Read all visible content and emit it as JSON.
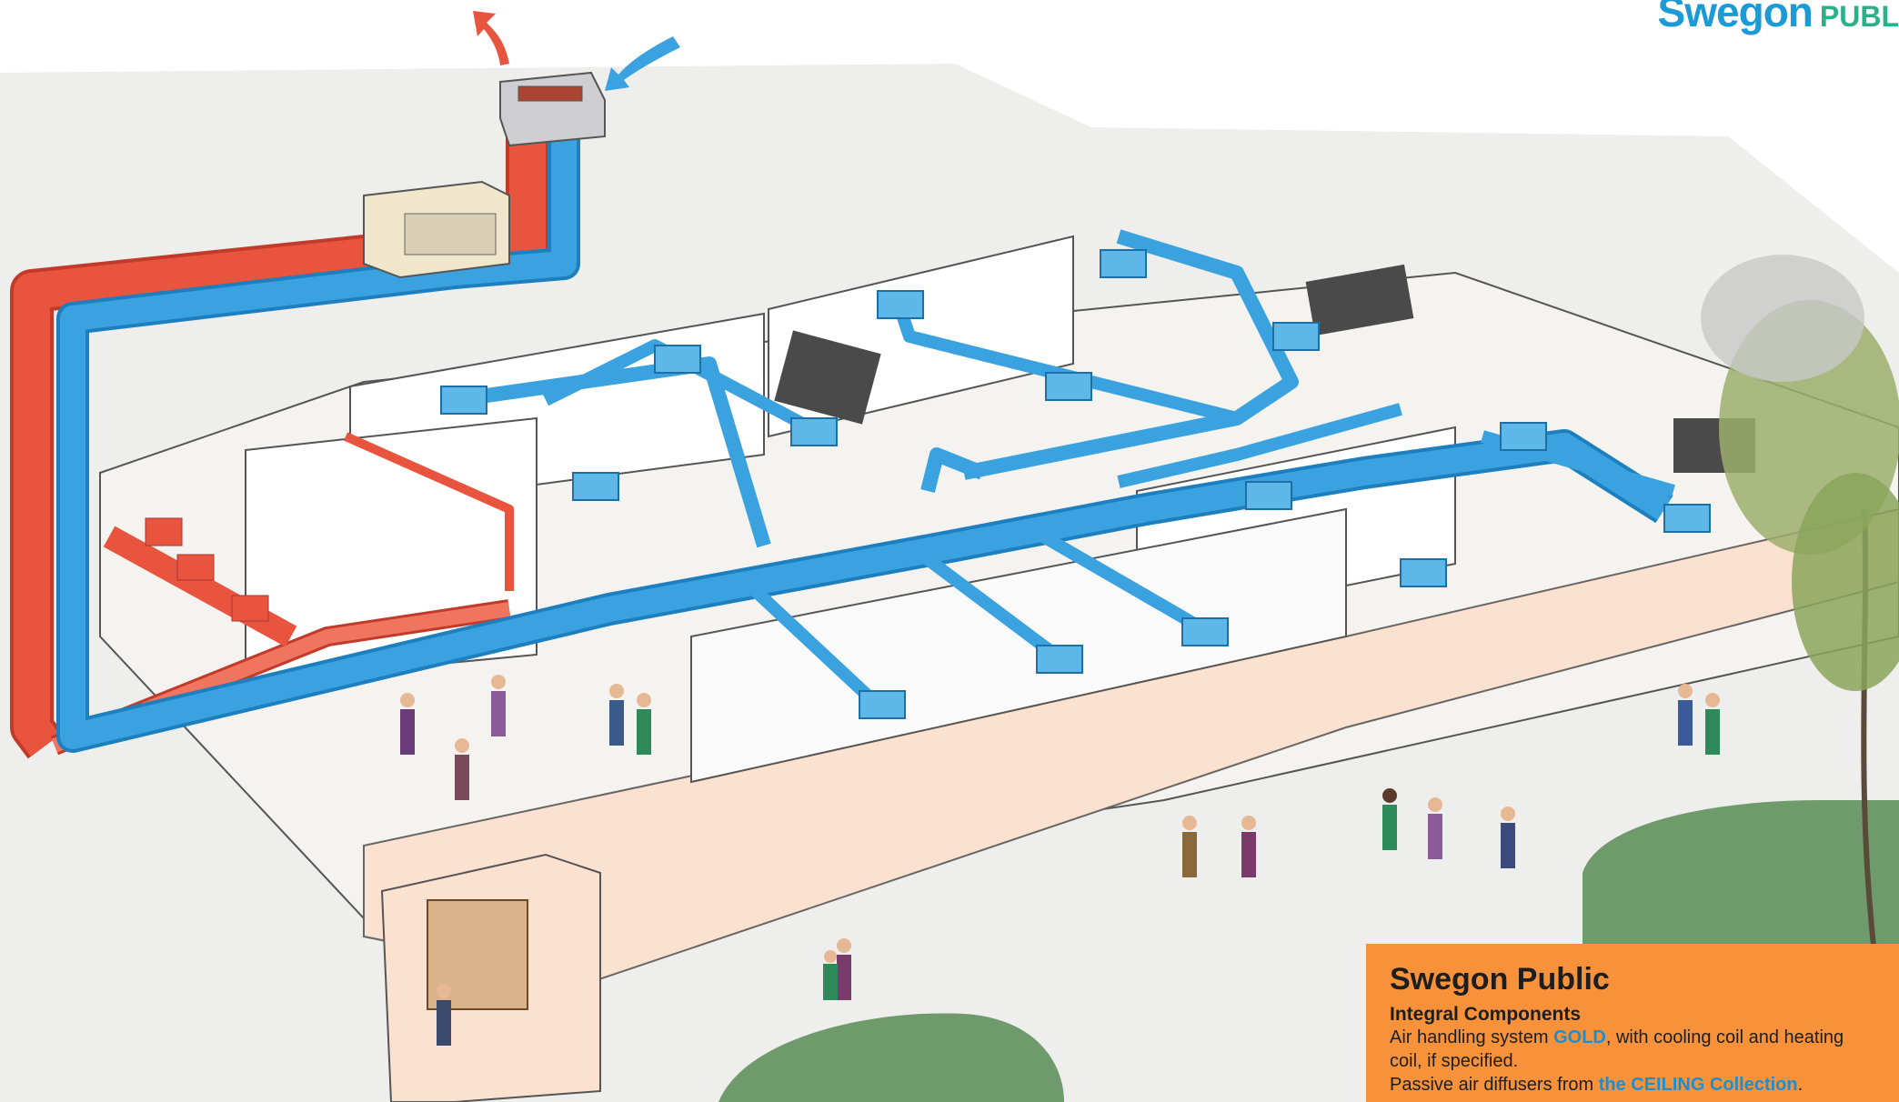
{
  "brand": {
    "name": "Swegon",
    "product_fragment": "PUBL"
  },
  "info": {
    "title": "Swegon Public",
    "subtitle": "Integral Components",
    "line1_pre": "Air handling system ",
    "line1_highlight": "GOLD",
    "line1_post": ", with cooling coil and heating",
    "line2": "coil, if specified.",
    "line3_pre": "Passive air diffusers from ",
    "line3_highlight": "the CEILING Collection",
    "line3_post": "."
  },
  "colors": {
    "supply_duct": "#3aa2de",
    "exhaust_duct": "#e9543f",
    "info_box": "#f7923a",
    "brand": "#1b9ad6",
    "lawn": "#6f9b6c",
    "wall": "#fbe1cf"
  }
}
